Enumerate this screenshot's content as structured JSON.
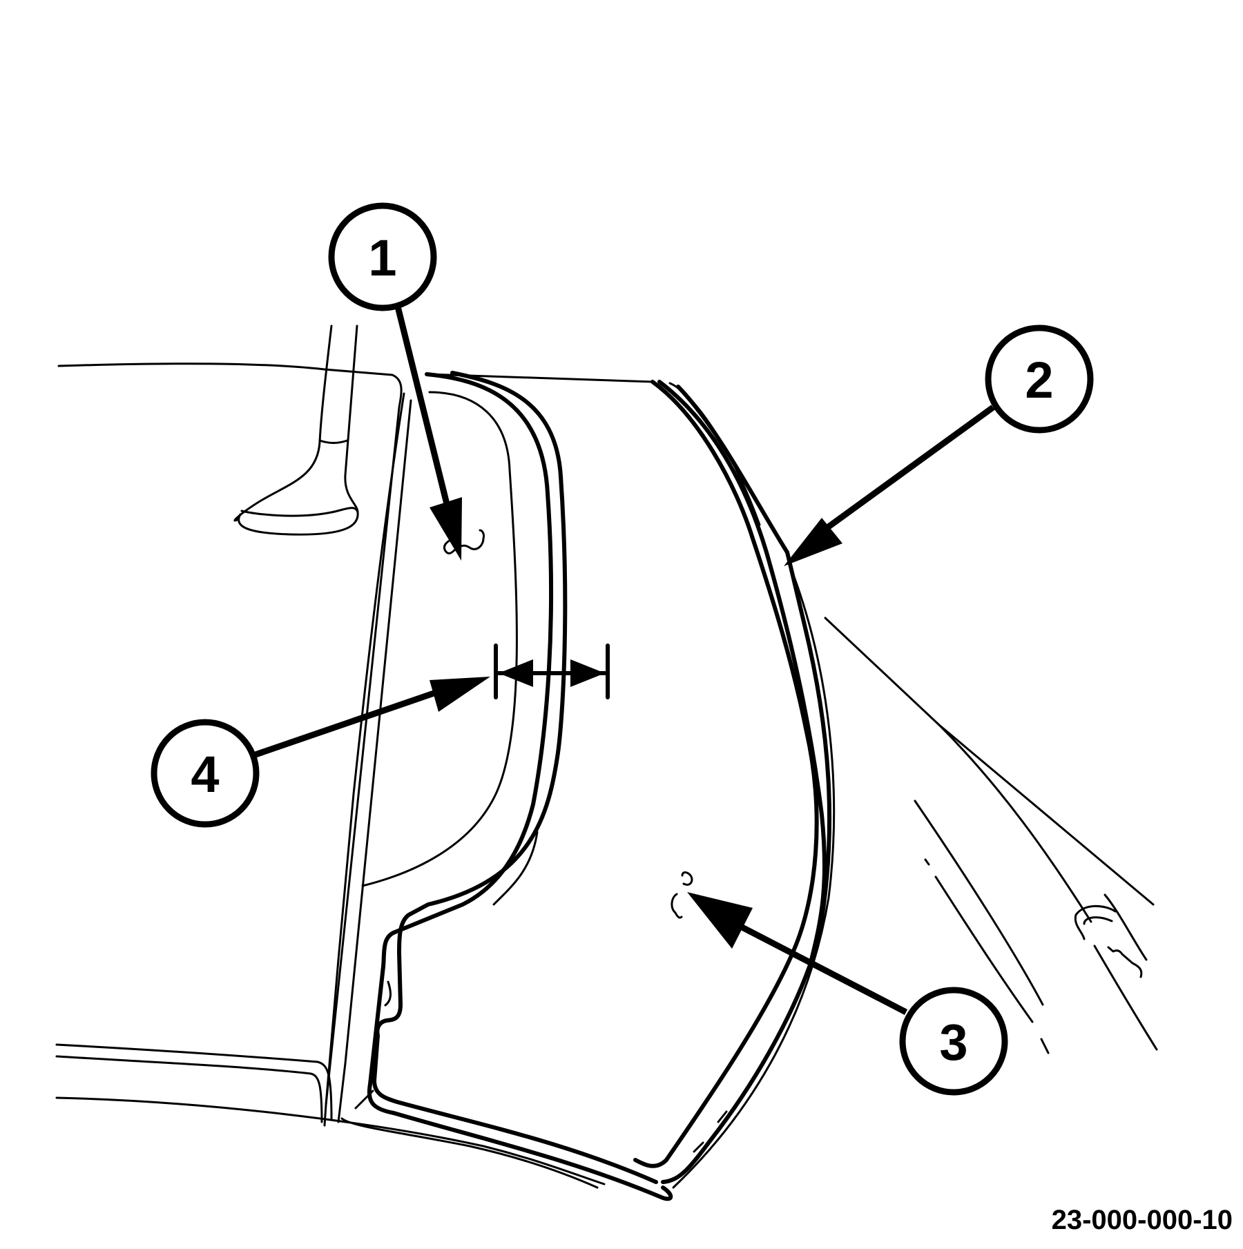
{
  "figure": {
    "callouts": [
      {
        "id": "1",
        "label": "1"
      },
      {
        "id": "2",
        "label": "2"
      },
      {
        "id": "3",
        "label": "3"
      },
      {
        "id": "4",
        "label": "4"
      }
    ],
    "figure_code": "23-000-000-10"
  },
  "colors": {
    "line": "#000000",
    "background": "#ffffff"
  }
}
